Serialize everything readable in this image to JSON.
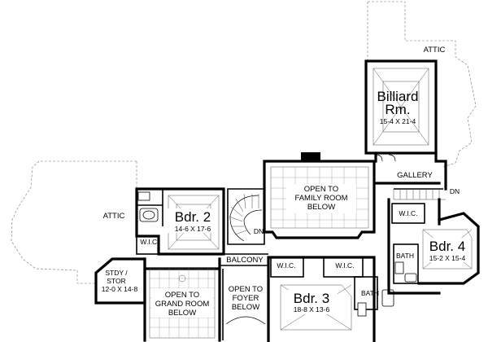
{
  "labels": {
    "attic_top": "ATTIC",
    "attic_left": "ATTIC",
    "billiard_name_1": "Billiard",
    "billiard_name_2": "Rm.",
    "billiard_dims": "15-4  X 21-4",
    "gallery": "GALLERY",
    "dn_gallery": "DN",
    "dn_stair": "DN",
    "bdr2_name": "Bdr. 2",
    "bdr2_dims": "14-6  X 17-6",
    "bdr3_name": "Bdr. 3",
    "bdr3_dims": "18-8  X 13-6",
    "bdr4_name": "Bdr. 4",
    "bdr4_dims": "15-2  X 15-4",
    "family_open_1": "OPEN TO",
    "family_open_2": "FAMILY ROOM",
    "family_open_3": "BELOW",
    "grand_open_1": "OPEN TO",
    "grand_open_2": "GRAND ROOM",
    "grand_open_3": "BELOW",
    "foyer_open_1": "OPEN TO",
    "foyer_open_2": "FOYER",
    "foyer_open_3": "BELOW",
    "balcony": "BALCONY",
    "wic_bdr2": "W.I.C.",
    "wic_bdr4": "W.I.C.",
    "wic_bdr3_left": "W.I.C.",
    "wic_bdr3_right": "W.I.C.",
    "bath_bdr4": "BATH",
    "bath_bdr3": "BATH",
    "study_1": "STDY /",
    "study_2": "STOR",
    "study_dims": "12-0  X 14-8"
  }
}
